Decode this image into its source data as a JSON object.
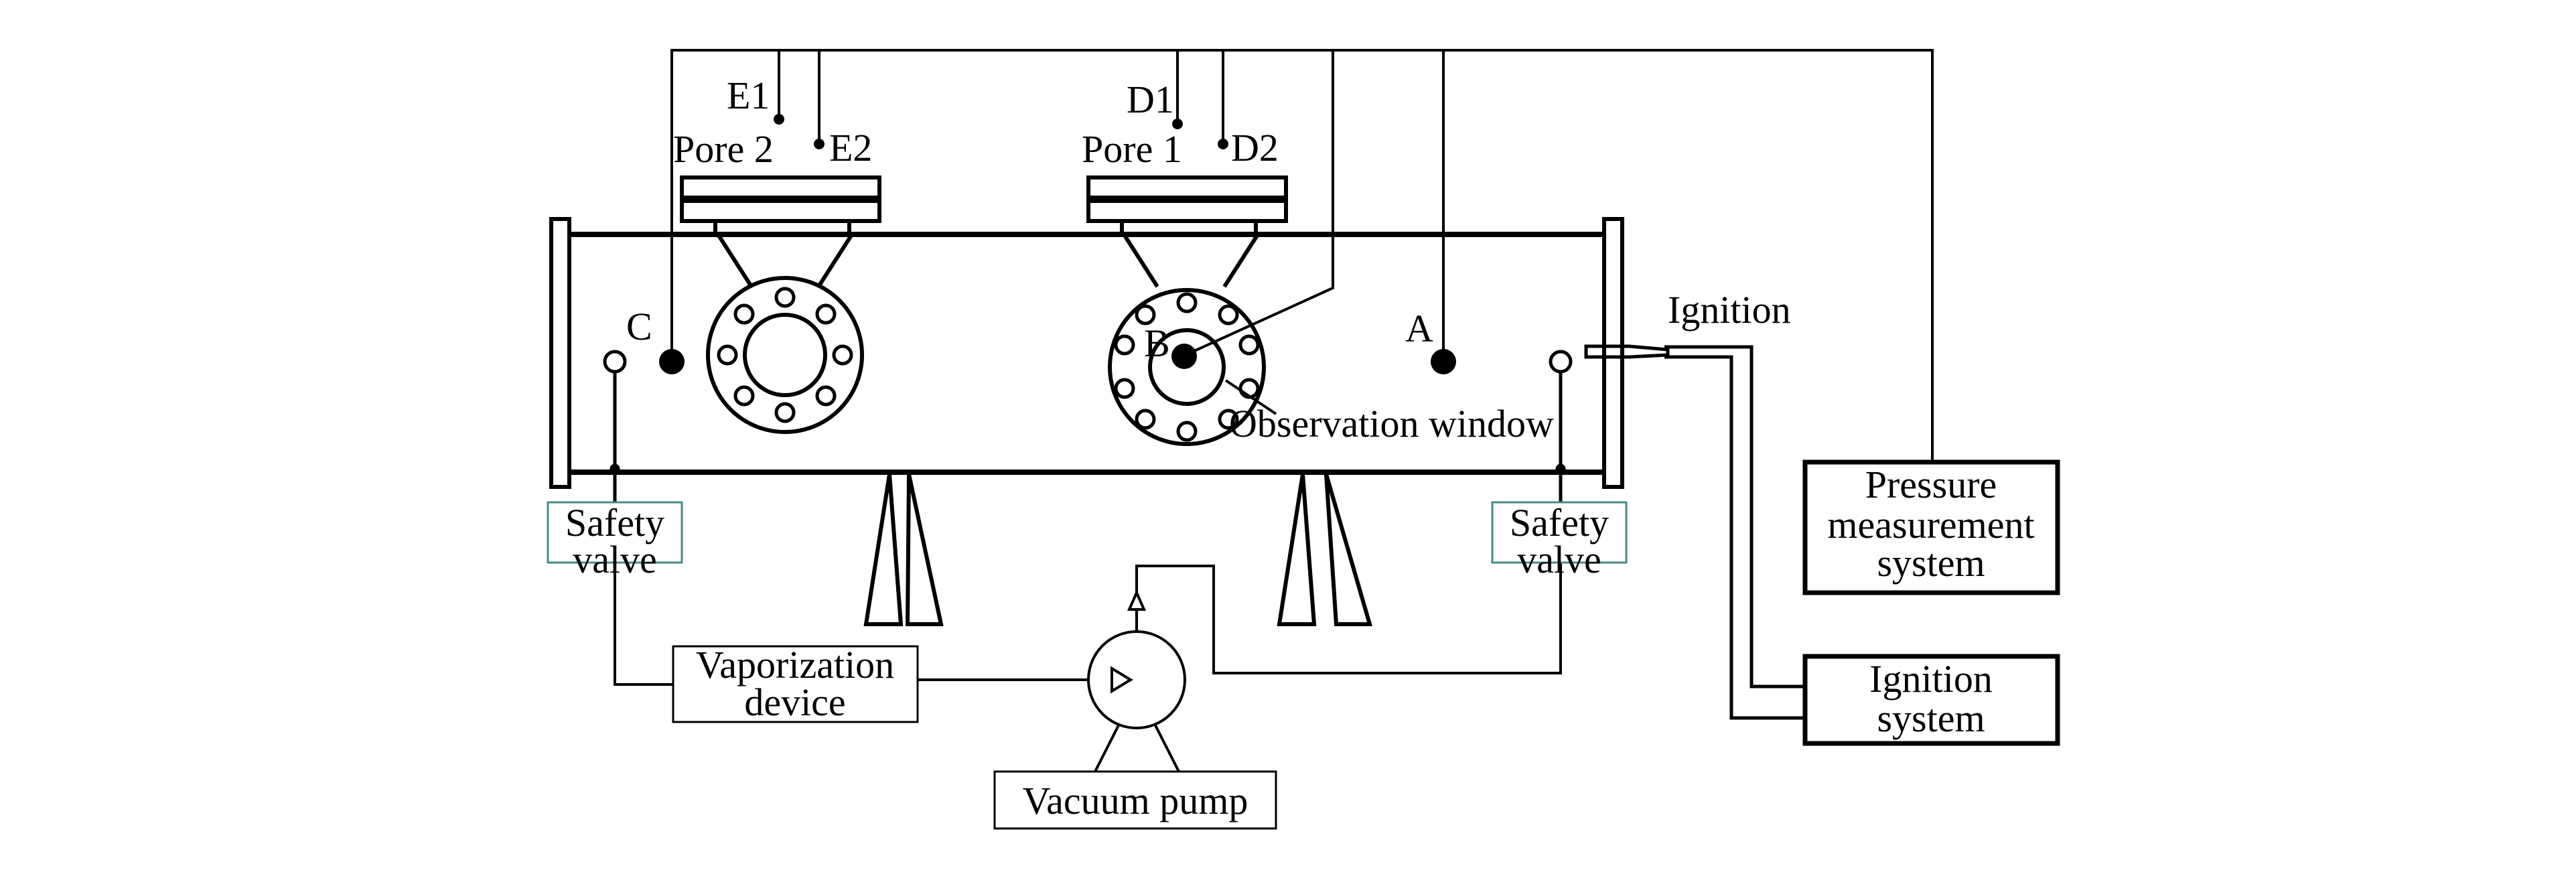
{
  "labels": {
    "e1": "E1",
    "e2": "E2",
    "d1": "D1",
    "d2": "D2",
    "pore2": "Pore 2",
    "pore1": "Pore 1",
    "a": "A",
    "b": "B",
    "c": "C",
    "ignition": "Ignition",
    "observation_window": "Observation window",
    "safety_valve_left": [
      "Safety",
      "valve"
    ],
    "safety_valve_right": [
      "Safety",
      "valve"
    ],
    "vaporization_device": [
      "Vaporization",
      "device"
    ],
    "vacuum_pump": "Vacuum pump",
    "pressure_measurement_system": [
      "Pressure",
      "measurement",
      "system"
    ],
    "ignition_system": [
      "Ignition",
      "system"
    ]
  },
  "colors": {
    "line": "#000000",
    "safety_valve_box": "#4a8a8a"
  }
}
